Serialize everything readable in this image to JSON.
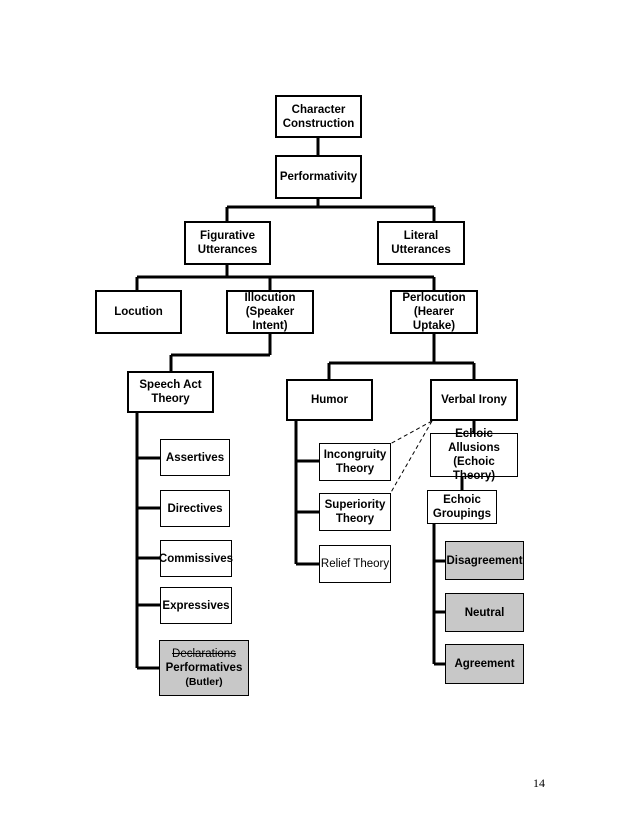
{
  "nodes": {
    "character_construction": [
      "Character",
      "Construction"
    ],
    "performativity": [
      "Performativity"
    ],
    "figurative_utterances": [
      "Figurative",
      "Utterances"
    ],
    "literal_utterances": [
      "Literal",
      "Utterances"
    ],
    "locution": [
      "Locution"
    ],
    "illocution": [
      "Illocution",
      "(Speaker Intent)"
    ],
    "perlocution": [
      "Perlocution",
      "(Hearer Uptake)"
    ],
    "speech_act_theory": [
      "Speech Act",
      "Theory"
    ],
    "humor": [
      "Humor"
    ],
    "verbal_irony": [
      "Verbal Irony"
    ],
    "assertives": [
      "Assertives"
    ],
    "directives": [
      "Directives"
    ],
    "commissives": [
      "Commissives"
    ],
    "expressives": [
      "Expressives"
    ],
    "performatives": {
      "struck": "Declarations",
      "label": "Performatives",
      "note": "(Butler)"
    },
    "incongruity_theory": [
      "Incongruity",
      "Theory"
    ],
    "superiority_theory": [
      "Superiority",
      "Theory"
    ],
    "relief_theory": [
      "Relief Theory"
    ],
    "echoic_allusions": [
      "Echoic Allusions",
      "(Echoic Theory)"
    ],
    "echoic_groupings": [
      "Echoic",
      "Groupings"
    ],
    "disagreement": [
      "Disagreement"
    ],
    "neutral": [
      "Neutral"
    ],
    "agreement": [
      "Agreement"
    ]
  },
  "page_number": "14"
}
